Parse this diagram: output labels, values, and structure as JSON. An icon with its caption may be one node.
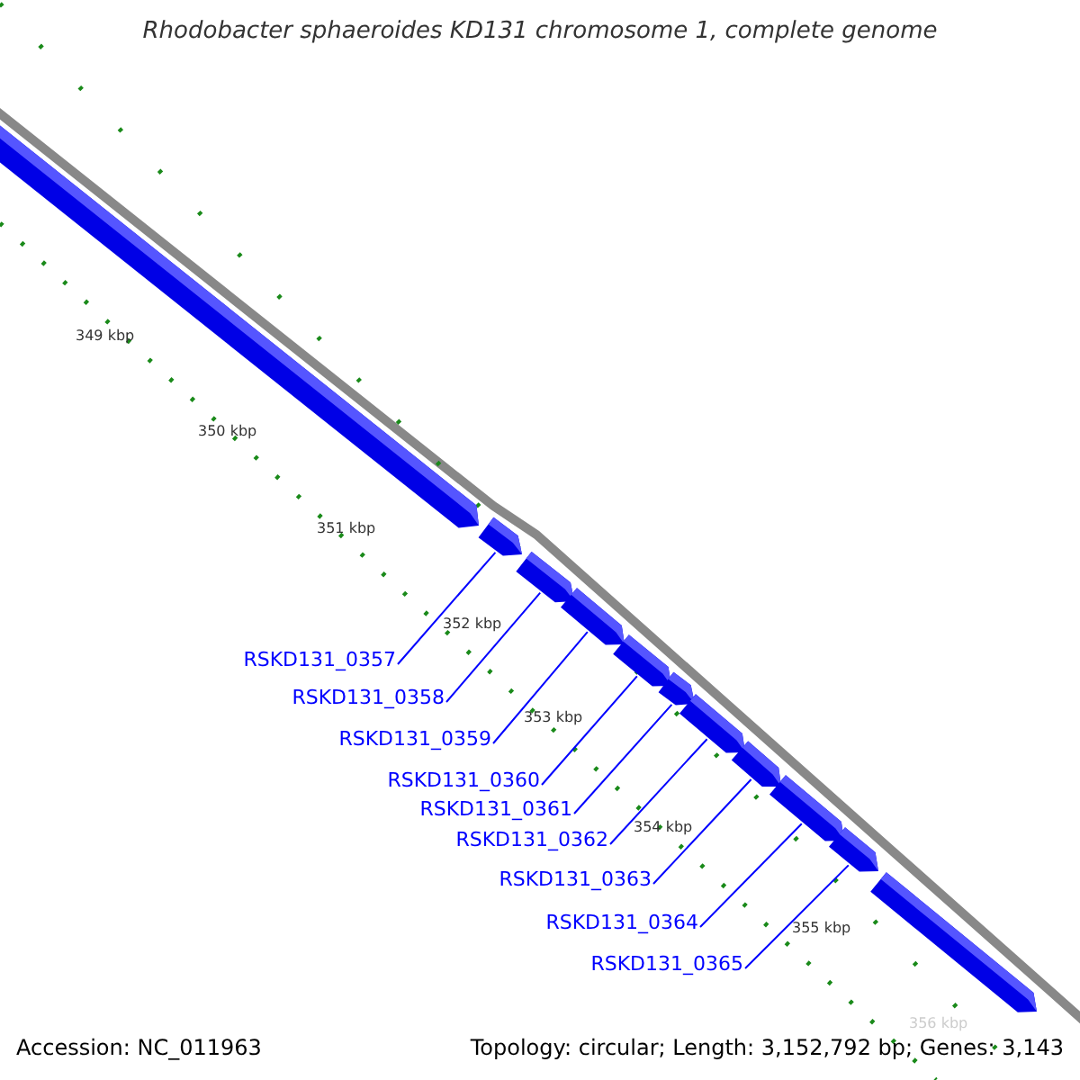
{
  "diagram": {
    "title": "Rhodobacter sphaeroides KD131 chromosome 1, complete genome",
    "nodes": [
      {
        "text": [],
        "shape": "bar"
      },
      {
        "text": [],
        "shape": "bar"
      },
      {
        "text": [],
        "shape": "bar"
      },
      {
        "text": [],
        "shape": "bar"
      },
      {
        "text": [],
        "shape": "bar"
      },
      {
        "text": [],
        "shape": "bar"
      },
      {
        "text": [],
        "shape": "bar"
      },
      {
        "text": [],
        "shape": "bar"
      },
      {
        "text": [],
        "shape": "bar"
      },
      {
        "text": [],
        "shape": "bar"
      },
      {
        "text": [],
        "shape": "bar"
      },
      {
        "text": [
          "RSKD131_0357"
        ]
      },
      {
        "text": [
          "RSKD131_0358"
        ]
      },
      {
        "text": [
          "RSKD131_0359"
        ]
      },
      {
        "text": [
          "RSKD131_0360"
        ]
      },
      {
        "text": [
          "RSKD131_0361"
        ]
      },
      {
        "text": [
          "RSKD131_0362"
        ]
      },
      {
        "text": [
          "RSKD131_0363"
        ]
      },
      {
        "text": [
          "RSKD131_0364"
        ]
      },
      {
        "text": [
          "RSKD131_0365"
        ]
      }
    ],
    "edges": [
      {
        "from": 11,
        "to": 1,
        "arrow": "none"
      },
      {
        "from": 12,
        "to": 2,
        "arrow": "none"
      },
      {
        "from": 13,
        "to": 3,
        "arrow": "none"
      },
      {
        "from": 14,
        "to": 4,
        "arrow": "none"
      },
      {
        "from": 15,
        "to": 5,
        "arrow": "none"
      },
      {
        "from": 16,
        "to": 6,
        "arrow": "none"
      },
      {
        "from": 17,
        "to": 7,
        "arrow": "none"
      },
      {
        "from": 18,
        "to": 8,
        "arrow": "none"
      },
      {
        "from": 19,
        "to": 9,
        "arrow": "none"
      }
    ],
    "labels": [
      "349 kbp",
      "350 kbp",
      "351 kbp",
      "352 kbp",
      "353 kbp",
      "354 kbp",
      "355 kbp",
      "356 kbp",
      "Accession: NC_011963",
      "Topology: circular; Length: 3,152,792 bp; Genes: 3,143"
    ]
  }
}
